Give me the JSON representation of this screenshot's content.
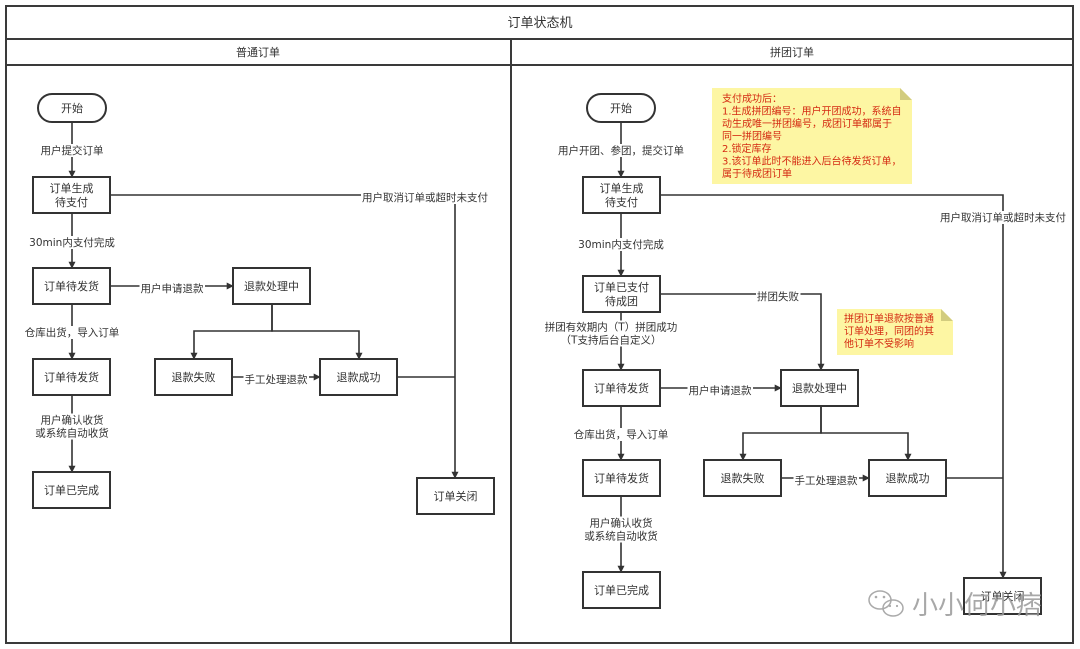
{
  "title": "订单状态机",
  "lanes": [
    {
      "id": "normal",
      "label": "普通订单",
      "nodes": [
        {
          "id": "start",
          "shape": "terminal",
          "lines": [
            "开始"
          ]
        },
        {
          "id": "created",
          "shape": "box",
          "lines": [
            "订单生成",
            "待支付"
          ]
        },
        {
          "id": "to_ship",
          "shape": "box",
          "lines": [
            "订单待发货"
          ]
        },
        {
          "id": "refunding",
          "shape": "box",
          "lines": [
            "退款处理中"
          ]
        },
        {
          "id": "to_ship2",
          "shape": "box",
          "lines": [
            "订单待发货"
          ]
        },
        {
          "id": "refund_fail",
          "shape": "box",
          "lines": [
            "退款失败"
          ]
        },
        {
          "id": "refund_ok",
          "shape": "box",
          "lines": [
            "退款成功"
          ]
        },
        {
          "id": "done",
          "shape": "box",
          "lines": [
            "订单已完成"
          ]
        },
        {
          "id": "closed",
          "shape": "box",
          "lines": [
            "订单关闭"
          ]
        }
      ],
      "edges": [
        {
          "from": "start",
          "to": "created",
          "label": [
            "用户提交订单"
          ]
        },
        {
          "from": "created",
          "to": "to_ship",
          "label": [
            "30min内支付完成"
          ]
        },
        {
          "from": "created",
          "to": "closed",
          "label": [
            "用户取消订单或超时未支付"
          ]
        },
        {
          "from": "to_ship",
          "to": "refunding",
          "label": [
            "用户申请退款"
          ]
        },
        {
          "from": "to_ship",
          "to": "to_ship2",
          "label": [
            "仓库出货，导入订单"
          ]
        },
        {
          "from": "refunding",
          "to": "refund_fail",
          "label": []
        },
        {
          "from": "refunding",
          "to": "refund_ok",
          "label": []
        },
        {
          "from": "refund_fail",
          "to": "refund_ok",
          "label": [
            "手工处理退款"
          ]
        },
        {
          "from": "refund_ok",
          "to": "closed",
          "label": []
        },
        {
          "from": "to_ship2",
          "to": "done",
          "label": [
            "用户确认收货",
            "或系统自动收货"
          ]
        }
      ]
    },
    {
      "id": "group",
      "label": "拼团订单",
      "nodes": [
        {
          "id": "start",
          "shape": "terminal",
          "lines": [
            "开始"
          ]
        },
        {
          "id": "created",
          "shape": "box",
          "lines": [
            "订单生成",
            "待支付"
          ]
        },
        {
          "id": "paid_wait",
          "shape": "box",
          "lines": [
            "订单已支付",
            "待成团"
          ]
        },
        {
          "id": "to_ship",
          "shape": "box",
          "lines": [
            "订单待发货"
          ]
        },
        {
          "id": "refunding",
          "shape": "box",
          "lines": [
            "退款处理中"
          ]
        },
        {
          "id": "to_ship2",
          "shape": "box",
          "lines": [
            "订单待发货"
          ]
        },
        {
          "id": "refund_fail",
          "shape": "box",
          "lines": [
            "退款失败"
          ]
        },
        {
          "id": "refund_ok",
          "shape": "box",
          "lines": [
            "退款成功"
          ]
        },
        {
          "id": "done",
          "shape": "box",
          "lines": [
            "订单已完成"
          ]
        },
        {
          "id": "closed",
          "shape": "box",
          "lines": [
            "订单关闭"
          ]
        }
      ],
      "edges": [
        {
          "from": "start",
          "to": "created",
          "label": [
            "用户开团、参团，提交订单"
          ]
        },
        {
          "from": "created",
          "to": "paid_wait",
          "label": [
            "30min内支付完成"
          ]
        },
        {
          "from": "created",
          "to": "closed",
          "label": [
            "用户取消订单或超时未支付"
          ]
        },
        {
          "from": "paid_wait",
          "to": "refunding",
          "label": [
            "拼团失败"
          ]
        },
        {
          "from": "paid_wait",
          "to": "to_ship",
          "label": [
            "拼团有效期内（T）拼团成功",
            "（T支持后台自定义）"
          ]
        },
        {
          "from": "to_ship",
          "to": "refunding",
          "label": [
            "用户申请退款"
          ]
        },
        {
          "from": "to_ship",
          "to": "to_ship2",
          "label": [
            "仓库出货，导入订单"
          ]
        },
        {
          "from": "refunding",
          "to": "refund_fail",
          "label": []
        },
        {
          "from": "refunding",
          "to": "refund_ok",
          "label": []
        },
        {
          "from": "refund_fail",
          "to": "refund_ok",
          "label": [
            "手工处理退款"
          ]
        },
        {
          "from": "refund_ok",
          "to": "closed",
          "label": []
        },
        {
          "from": "to_ship2",
          "to": "done",
          "label": [
            "用户确认收货",
            "或系统自动收货"
          ]
        }
      ],
      "notes": [
        {
          "id": "payment-success-note",
          "lines": [
            "支付成功后：",
            "1.生成拼团编号：用户开团成功，系统自",
            "动生成唯一拼团编号，成团订单都属于",
            "同一拼团编号",
            "2.锁定库存",
            "3.该订单此时不能进入后台待发货订单，",
            "属于待成团订单"
          ]
        },
        {
          "id": "group-refund-note",
          "lines": [
            "拼团订单退款按普通",
            "订单处理，同团的其",
            "他订单不受影响"
          ]
        }
      ]
    }
  ],
  "watermark": {
    "icon": "wechat-icon",
    "text": "小小何小痞"
  },
  "colors": {
    "line": "#333333",
    "note_bg": "#fdf6a3",
    "note_text": "#d42a12"
  }
}
